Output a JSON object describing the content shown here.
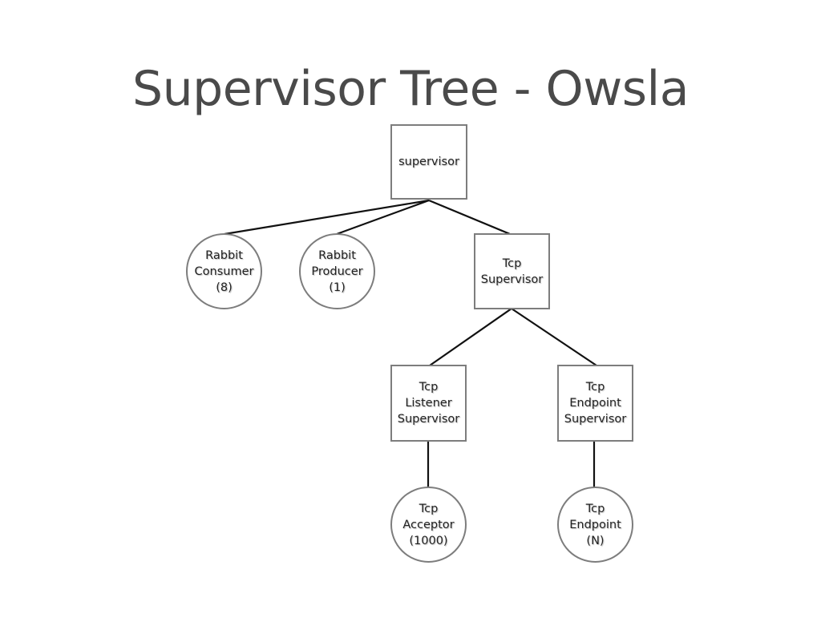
{
  "title": "Supervisor Tree - Owsla",
  "nodes": {
    "supervisor": {
      "lines": [
        "supervisor"
      ]
    },
    "rabbit_consumer": {
      "lines": [
        "Rabbit",
        "Consumer",
        "(8)"
      ]
    },
    "rabbit_producer": {
      "lines": [
        "Rabbit",
        "Producer",
        "(1)"
      ]
    },
    "tcp_supervisor": {
      "lines": [
        "Tcp",
        "Supervisor"
      ]
    },
    "tcp_listener_supervisor": {
      "lines": [
        "Tcp",
        "Listener",
        "Supervisor"
      ]
    },
    "tcp_endpoint_supervisor": {
      "lines": [
        "Tcp",
        "Endpoint",
        "Supervisor"
      ]
    },
    "tcp_acceptor": {
      "lines": [
        "Tcp",
        "Acceptor",
        "(1000)"
      ]
    },
    "tcp_endpoint": {
      "lines": [
        "Tcp",
        "Endpoint",
        "(N)"
      ]
    }
  },
  "edges": [
    [
      "supervisor",
      "rabbit_consumer"
    ],
    [
      "supervisor",
      "rabbit_producer"
    ],
    [
      "supervisor",
      "tcp_supervisor"
    ],
    [
      "tcp_supervisor",
      "tcp_listener_supervisor"
    ],
    [
      "tcp_supervisor",
      "tcp_endpoint_supervisor"
    ],
    [
      "tcp_listener_supervisor",
      "tcp_acceptor"
    ],
    [
      "tcp_endpoint_supervisor",
      "tcp_endpoint"
    ]
  ]
}
